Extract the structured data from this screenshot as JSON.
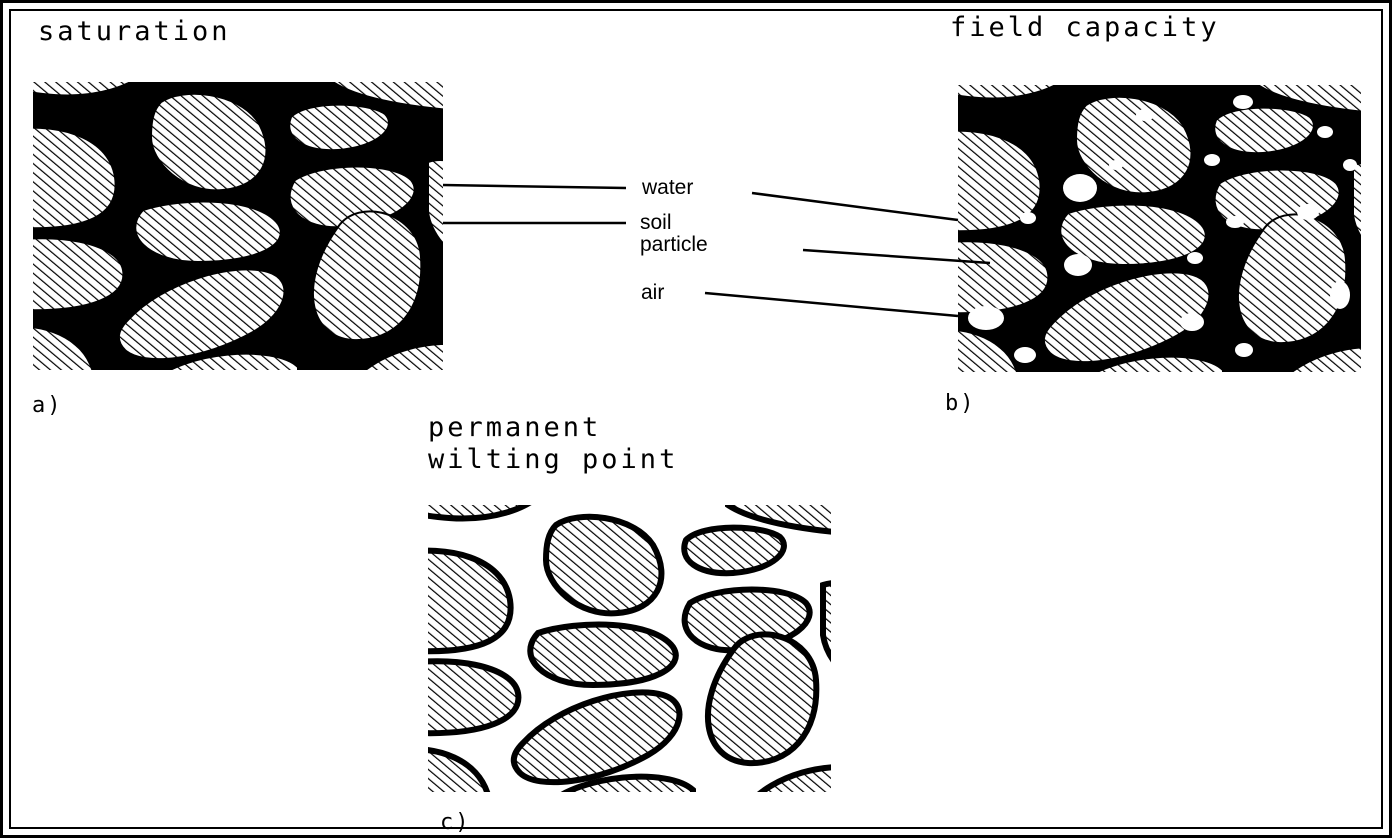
{
  "panels": [
    {
      "title": "saturation",
      "label": "a)"
    },
    {
      "title": "field capacity",
      "label": "b)"
    },
    {
      "title": "permanent\nwilting point",
      "label": "c)"
    }
  ],
  "legend": {
    "water": "water",
    "soil_particle": "soil\nparticle",
    "air": "air"
  }
}
